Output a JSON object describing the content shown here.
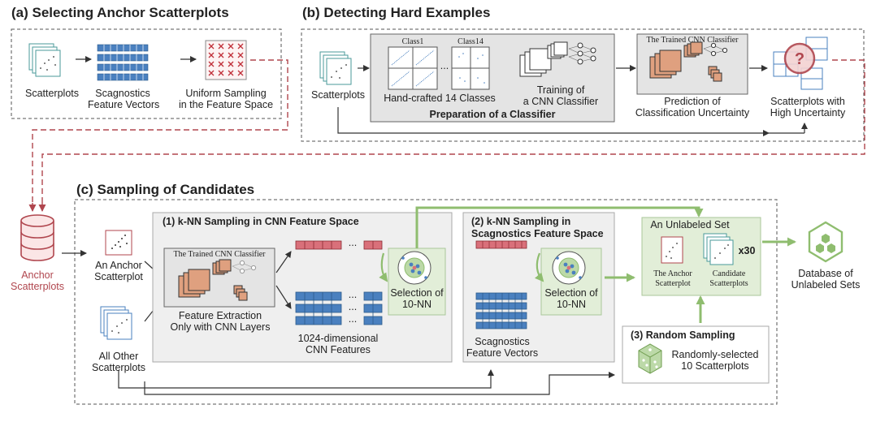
{
  "panel_a": {
    "title": "(a) Selecting Anchor Scatterplots",
    "scatterplots": "Scatterplots",
    "scagnostics_line1": "Scagnostics",
    "scagnostics_line2": "Feature Vectors",
    "uniform_line1": "Uniform Sampling",
    "uniform_line2": "in the Feature Space"
  },
  "panel_b": {
    "title": "(b) Detecting Hard Examples",
    "scatterplots": "Scatterplots",
    "class1": "Class1",
    "class14": "Class14",
    "dots": "...",
    "handcrafted": "Hand-crafted 14 Classes",
    "training_line1": "Training of",
    "training_line2": "a CNN Classifier",
    "preparation": "Preparation of a Classifier",
    "trained_cnn": "The Trained CNN Classifier",
    "prediction_line1": "Prediction of",
    "prediction_line2": "Classification Uncertainty",
    "high_line1": "Scatterplots with",
    "high_line2": "High Uncertainty"
  },
  "panel_c": {
    "title": "(c) Sampling of Candidates",
    "anchor_db_line1": "Anchor",
    "anchor_db_line2": "Scatterplots",
    "an_anchor_line1": "An Anchor",
    "an_anchor_line2": "Scatterplot",
    "all_other_line1": "All Other",
    "all_other_line2": "Scatterplots",
    "knn_cnn_title": "(1) k-NN Sampling in CNN Feature Space",
    "trained_cnn": "The Trained CNN Classifier",
    "feat_line1": "Feature Extraction",
    "feat_line2": "Only with CNN Layers",
    "cnn_feat_line1": "1024-dimensional",
    "cnn_feat_line2": "CNN Features",
    "sel1_line1": "Selection of",
    "sel1_line2": "10-NN",
    "knn_scag_line1": "(2) k-NN Sampling in",
    "knn_scag_line2": "Scagnostics Feature Space",
    "sel2_line1": "Selection of",
    "sel2_line2": "10-NN",
    "scag_line1": "Scagnostics",
    "scag_line2": "Feature Vectors",
    "unlabeled_set": "An Unlabeled Set",
    "anchor_small_line1": "The Anchor",
    "anchor_small_line2": "Scatterplot",
    "candidate_line1": "Candidate",
    "candidate_line2": "Scatterplots",
    "x30": "x30",
    "random_title": "(3) Random Sampling",
    "random_line1": "Randomly-selected",
    "random_line2": "10 Scatterplots",
    "database_line1": "Database of",
    "database_line2": "Unlabeled Sets",
    "dots": "..."
  },
  "colors": {
    "red": "#b0464e",
    "blue": "#4a80bf",
    "green": "#8fbd6f",
    "peach": "#dfa07f",
    "gray_panel": "#e4e4e4"
  }
}
